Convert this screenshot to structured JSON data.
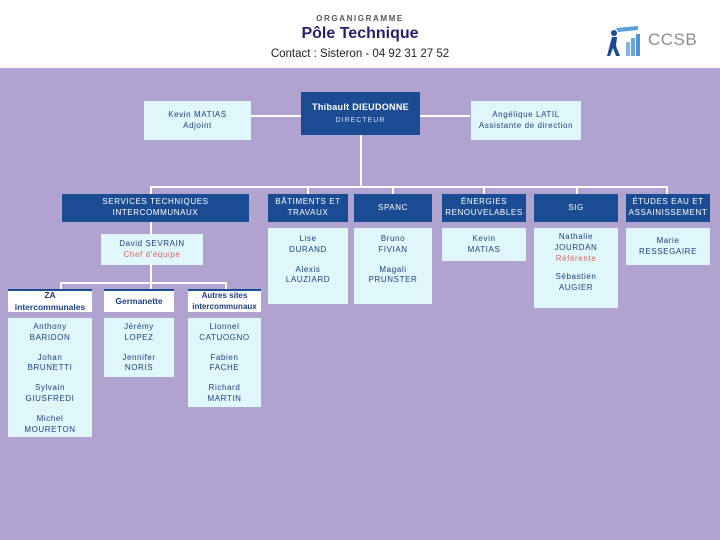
{
  "header": {
    "subtitle": "ORGANIGRAMME",
    "title": "Pôle Technique",
    "contact": "Contact  : Sisteron - 04 92 31 27 52",
    "logo_text": "CCSB"
  },
  "director": {
    "name": "Thibault DIEUDONNE",
    "role": "DIRECTEUR"
  },
  "adjoint": {
    "name": "Kevin MATIAS",
    "role": "Adjoint"
  },
  "assistant": {
    "name": "Angélique LATIL",
    "role": "Assistante de direction"
  },
  "services": {
    "sti": "SERVICES TECHNIQUES INTERCOMMUNAUX",
    "batiments_line1": "BÂTIMENTS ET",
    "batiments_line2": "TRAVAUX",
    "spanc": "SPANC",
    "energies_line1": "ÉNERGIES",
    "energies_line2": "RENOUVELABLES",
    "sig": "SIG",
    "etudes_line1": "ÉTUDES EAU ET",
    "etudes_line2": "ASSAINISSEMENT"
  },
  "chef": {
    "name": "David SEVRAIN",
    "role": "Chef d'équipe"
  },
  "sites": {
    "za_line1": "ZA",
    "za_line2": "intercommunales",
    "germanette": "Germanette",
    "autres_line1": "Autres sites",
    "autres_line2": "intercommunaux"
  },
  "teams": {
    "za": [
      {
        "first": "Anthony",
        "last": "BARIDON"
      },
      {
        "first": "Johan",
        "last": "BRUNETTI"
      },
      {
        "first": "Sylvain",
        "last": "GIUSFREDI"
      },
      {
        "first": "Michel",
        "last": "MOURETON"
      }
    ],
    "germanette": [
      {
        "first": "Jérémy",
        "last": "LOPEZ"
      },
      {
        "first": "Jennifer",
        "last": "NORIS"
      }
    ],
    "autres": [
      {
        "first": "Lionnel",
        "last": "CATUOGNO"
      },
      {
        "first": "Fabien",
        "last": "FACHE"
      },
      {
        "first": "Richard",
        "last": "MARTIN"
      }
    ],
    "batiments": [
      {
        "first": "Lise",
        "last": "DURAND"
      },
      {
        "first": "Alexis",
        "last": "LAUZIARD"
      }
    ],
    "spanc": [
      {
        "first": "Bruno",
        "last": "FIVIAN"
      },
      {
        "first": "Magali",
        "last": "PRUNSTER"
      }
    ],
    "energies": [
      {
        "first": "Kevin",
        "last": "MATIAS"
      }
    ],
    "sig": [
      {
        "first": "Nathalie",
        "last": "JOURDAN",
        "role": "Référente"
      },
      {
        "first": "Sébastien",
        "last": "AUGIER"
      }
    ],
    "etudes": [
      {
        "first": "Marie",
        "last": "RESSEGAIRE"
      }
    ]
  },
  "colors": {
    "background": "#b1a3cf",
    "dark_box": "#1b4b92",
    "light_box": "#dff7fb",
    "title": "#2b1d6e",
    "accent": "#e0615a"
  }
}
